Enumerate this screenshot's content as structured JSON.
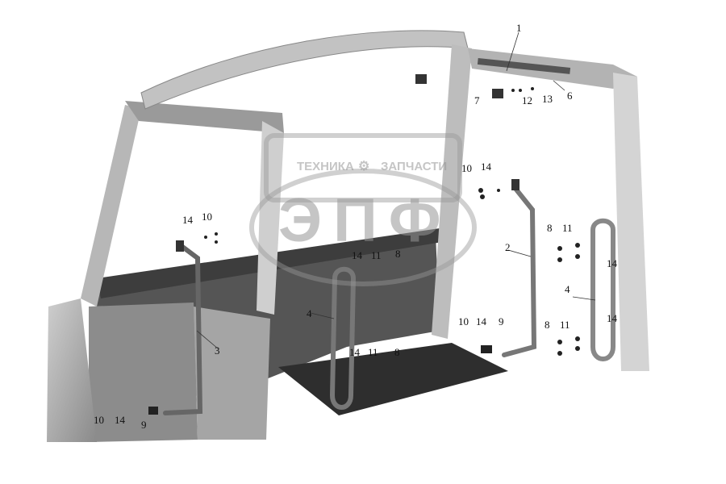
{
  "watermark": {
    "left_word": "ТЕХНИКА",
    "right_word": "ЗАПЧАСТИ",
    "logo_text": "ЭПФ"
  },
  "callouts": [
    "1",
    "7",
    "12",
    "13",
    "6",
    "10",
    "14",
    "2",
    "14",
    "10",
    "8",
    "11",
    "14",
    "4",
    "8",
    "11",
    "14",
    "14",
    "11",
    "8",
    "4",
    "10",
    "14",
    "9",
    "14",
    "11",
    "8",
    "3",
    "10",
    "14",
    "9"
  ]
}
